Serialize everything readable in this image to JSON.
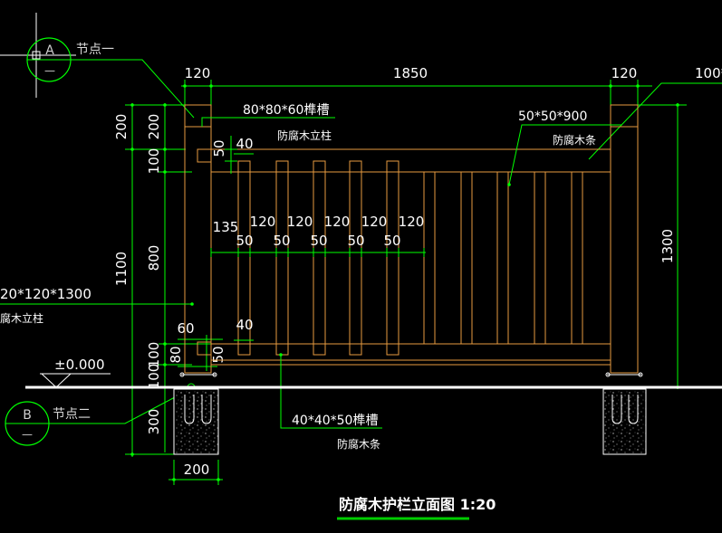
{
  "title": {
    "text": "防腐木护栏立面图 1:20",
    "underline_color": "#00cc00"
  },
  "colors": {
    "background": "#000000",
    "dimension_lines": "#00ff00",
    "wood_members": "#e69a40",
    "text": "#ffffff",
    "ground_line": "#ffffff"
  },
  "callouts": {
    "detail_a": {
      "letter": "A",
      "dash": "—",
      "label": "节点一"
    },
    "detail_b": {
      "letter": "B",
      "dash": "—",
      "label": "节点二"
    }
  },
  "annotations": {
    "post_top_slot": "80*80*60榫槽",
    "post_top_name": "防腐木立柱",
    "rail_size": "50*50*900",
    "rail_name": "防腐木条",
    "left_post_size": "20*120*1300",
    "left_post_name": "腐木立柱",
    "baluster_slot": "40*40*50榫槽",
    "baluster_name": "防腐木条",
    "right_clipped": "100*",
    "ground_level": "±0.000"
  },
  "dimensions": {
    "top": [
      "120",
      "1850",
      "120"
    ],
    "left_outer": [
      "200",
      "1100",
      "300"
    ],
    "left_inner": [
      "200",
      "100",
      "800",
      "100",
      "100"
    ],
    "right": "1300",
    "rail_top_50": "50",
    "rail_top_40": "40",
    "rail_bottom_40": "40",
    "rail_bottom_50": "50",
    "left_60": "60",
    "left_80": "80",
    "spacing_135": "135",
    "spacing_120": [
      "120",
      "120",
      "120",
      "120",
      "120"
    ],
    "spacing_50": [
      "50",
      "50",
      "50",
      "50",
      "50"
    ],
    "footing_width": "200"
  }
}
